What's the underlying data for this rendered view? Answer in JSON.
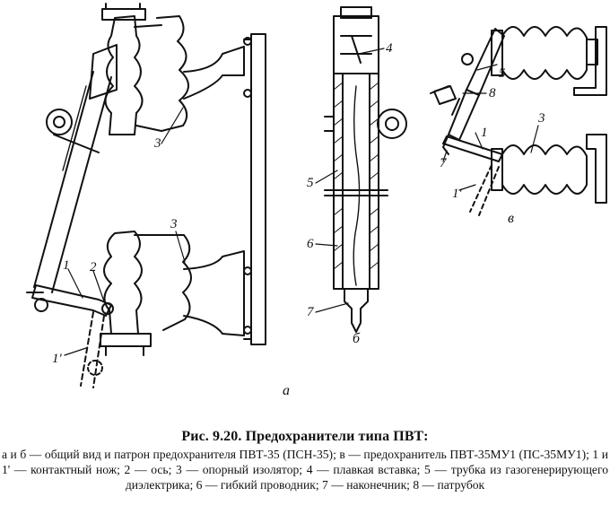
{
  "figure": {
    "labels": {
      "l1": "1",
      "l1p": "1'",
      "l2": "2",
      "l3a": "3",
      "l3b": "3",
      "l4": "4",
      "l5b": "5",
      "l6": "6",
      "l7b": "7",
      "l5c": "5",
      "l8": "8",
      "l3c": "3",
      "l1c": "1",
      "l7c": "7",
      "l1pc": "1'"
    },
    "subfigures": {
      "a": "а",
      "b": "б",
      "c": "в"
    }
  },
  "caption": {
    "title": "Рис. 9.20. Предохранители типа ПВТ:",
    "body": "а и б — общий вид и патрон предохранителя ПВТ-35 (ПСН-35); в — предохранитель ПВТ-35МУ1 (ПС-35МУ1); 1 и 1' — контактный нож; 2 — ось; 3 — опорный изолятор; 4 — плавкая вставка; 5 — трубка из газогенерирующего диэлектрика; 6 — гибкий проводник; 7 — наконечник; 8 — патрубок"
  }
}
